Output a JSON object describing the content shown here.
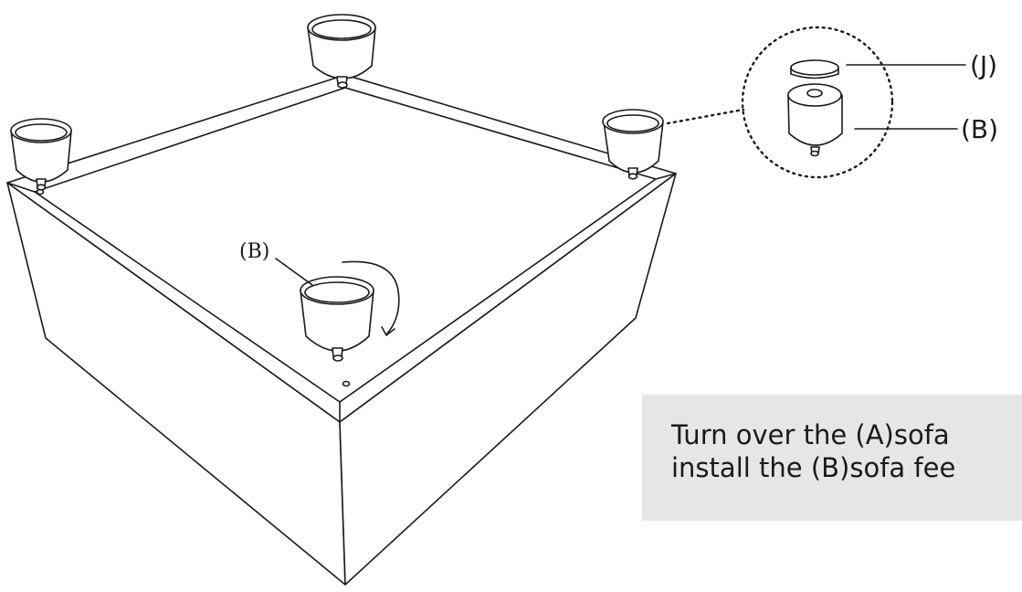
{
  "labels": {
    "cap_callout": "(J)",
    "foot_callout": "(B)",
    "foot_label_main": "(B)"
  },
  "instruction": {
    "line1": "Turn over the (A)sofa",
    "line2": "install the (B)sofa fee"
  },
  "colors": {
    "ink": "#1a1a1a",
    "instruction_background": "#e6e6e6",
    "page_background": "#ffffff"
  },
  "icons": {
    "rotation": "curved-arrow-icon"
  }
}
